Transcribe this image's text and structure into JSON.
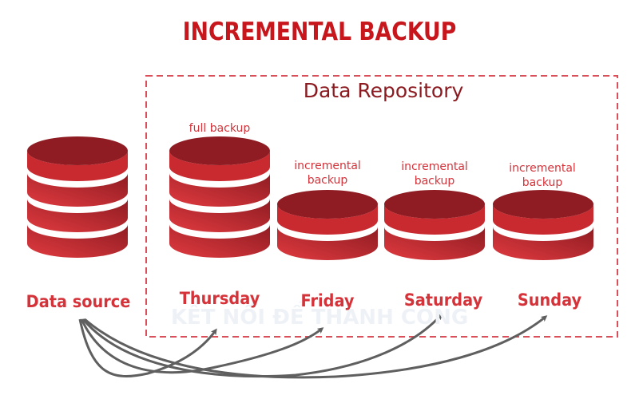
{
  "title": "INCREMENTAL BACKUP",
  "repository_label": "Data Repository",
  "watermark": "KẾT NỐI ĐỂ THÀNH CÔNG",
  "source": {
    "label": "Data source",
    "segments": 4
  },
  "backups": [
    {
      "day": "Thursday",
      "type_line1": "full backup",
      "type_line2": "",
      "segments": 4
    },
    {
      "day": "Friday",
      "type_line1": "incremental",
      "type_line2": "backup",
      "segments": 2
    },
    {
      "day": "Saturday",
      "type_line1": "incremental",
      "type_line2": "backup",
      "segments": 2
    },
    {
      "day": "Sunday",
      "type_line1": "incremental",
      "type_line2": "backup",
      "segments": 2
    }
  ],
  "colors": {
    "accent": "#c8161d",
    "cylinder_dark": "#8e1c22",
    "cylinder_light": "#d8343a",
    "arrow": "#5f5f5f",
    "dash": "#d9505a"
  }
}
